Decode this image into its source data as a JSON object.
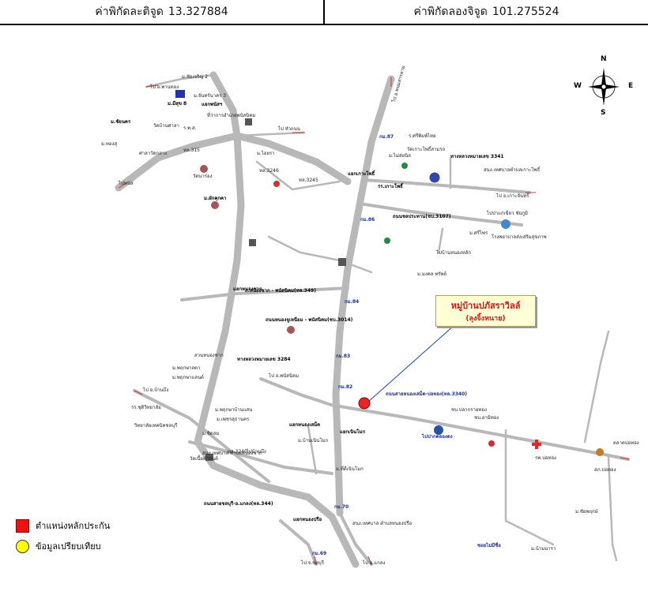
{
  "coordinates": {
    "lat_label": "ค่าพิกัดละติจูด",
    "lat_value": "13.327884",
    "lon_label": "ค่าพิกัดลองจิจูด",
    "lon_value": "101.275524"
  },
  "compass": {
    "n": "N",
    "s": "S",
    "e": "E",
    "w": "W"
  },
  "callout": {
    "title": "หมู่บ้านปภัสราวิลล์",
    "subtitle": "(ลุงจิ้งหนาย)"
  },
  "legend": [
    {
      "label": "ตำแหน่งหลักประกัน",
      "color": "#ee1111",
      "shape": "square"
    },
    {
      "label": "ข้อมูลเปรียบเทียบ",
      "color": "#ffff00",
      "shape": "circle"
    }
  ],
  "subject": {
    "color": "#ee2222"
  },
  "colors": {
    "road": "#b8b8b8",
    "route_label": "#1a2c9c",
    "arrow": "#d93030"
  },
  "map_labels": {
    "l1": "ม.ชัยเจริญ 2",
    "l2": "ไป อ.พานทอง",
    "l3": "ม.มีสุข 8",
    "l4": "ม.จันทร์นาคร 3",
    "l5": "ม.ชัยนคร",
    "l6": "วัดบ้านศาลา",
    "l7": "แยกพนัสฯ",
    "l8": "ที่ว่าการอำเภอพนัสนิคม",
    "l9": "ม.ทองสุ",
    "l10": "ร.พ.ส.",
    "l11": "ไป หัวถนน",
    "l12": "ศาลาวัดกลาง",
    "l13": "ไปพนัส",
    "l14": "ทล.315",
    "l15": "ม.ไอยรา",
    "l16": "ทล.3246",
    "l17": "วัดนาร่อง",
    "l18": "ทล.3245",
    "l19": "ม.ผักคุกคา",
    "l20": "ไป อ.พนมสารคาม",
    "l21": "กม.87",
    "l22": "ร.ศรีพิมพ์ไทย",
    "l23": "ม.ไม่ส่อนิล",
    "l24": "แยกเกาะโพธิ์",
    "l25": "วัดเกาะโพธิ์สามรถ",
    "l26": "ทางหลวงหมายเลข 3341",
    "l27": "สนง.เทศบาลตำบลเกาะโพธิ์",
    "l28": "รร.เกาะโพธิ์",
    "l29": "ไป อ.เกาะจันทร์",
    "l30": "กม.86",
    "l31": "ถนนชลประทาน(ชบ.3107)",
    "l32": "ไปป่าแก่เขียว ชัยภูมิ",
    "l33": "โรงพยาบาลส่งเสริมสุขภาพ",
    "l34": "ม.ศรีไพร",
    "l35": "ไปบ้านหนองหลัก",
    "l36": "ม.มงคล ทรัพย์",
    "l37": "กม.84",
    "l38": "ถ.หนองชาก - พนัสนิคม(ทล.349)",
    "l39": "ถนนหนองจูเหนือม - พนัสนิคม(ชบ.3014)",
    "l40": "กม.83",
    "l41": "ทางหลวงหมายเลข 3284",
    "l42": "ไป อ.พนัสนิคม",
    "l43": "กม.82",
    "l44": "ถนนสายหนองเสม็ด-บ่อทอง(ทล.3340)",
    "l45": "แยกหนองเสม็ด",
    "l46": "ไป อ.บ้านบึง",
    "l47": "รร.ชุติวิทยาลัย",
    "l48": "วิทยาลัยเทคนิคชลบุรี",
    "l49": "สนง.เทศบาล ตำบลหนองชาก",
    "l50": "ทล.3240",
    "l51": "ถนนสายชลบุรี-อ.แกลง(ทล.344)",
    "l52": "แยกหนองปรือ",
    "l53": "กม.70",
    "l54": "สนง.เทศบาล ตำบลหนองปรือ",
    "l55": "ไป จ.ชลบุรี",
    "l56": "ไป อ.แกลง",
    "l57": "กม.69",
    "l58": "สภ.บ่อทอง",
    "l59": "ตลาดบ่อทอง",
    "l60": "รพ.บ่อทอง",
    "l61": "ม.ชัยพฤกษ์",
    "l62": "ม.บ้านนารา",
    "l63": "ซอยไม่มีชื่อ",
    "l64": "ม.พฤกษาลดา",
    "l65": "ม.พฤกษาแลนด์",
    "l66": "ม.พฤกษาบ้านแสน",
    "l67": "ม.เพชรสุธานคร",
    "l68": "แยกหนองชาก",
    "l69": "ไปบ้านบึง",
    "l70": "ม.บ้านเนินโมก",
    "l71": "แยกเนินโมก",
    "l72": "ม.ที่ดีเนินโมก",
    "l73": "ม.ชิดลม",
    "l74": "สวนหนองชาก",
    "l75": "วัดเนื้อคำกนต์",
    "l76": "ชบ.ปลากรายทอง",
    "l77": "ชบ.อามิทอง",
    "l78": "ไปปากคลองดง"
  }
}
